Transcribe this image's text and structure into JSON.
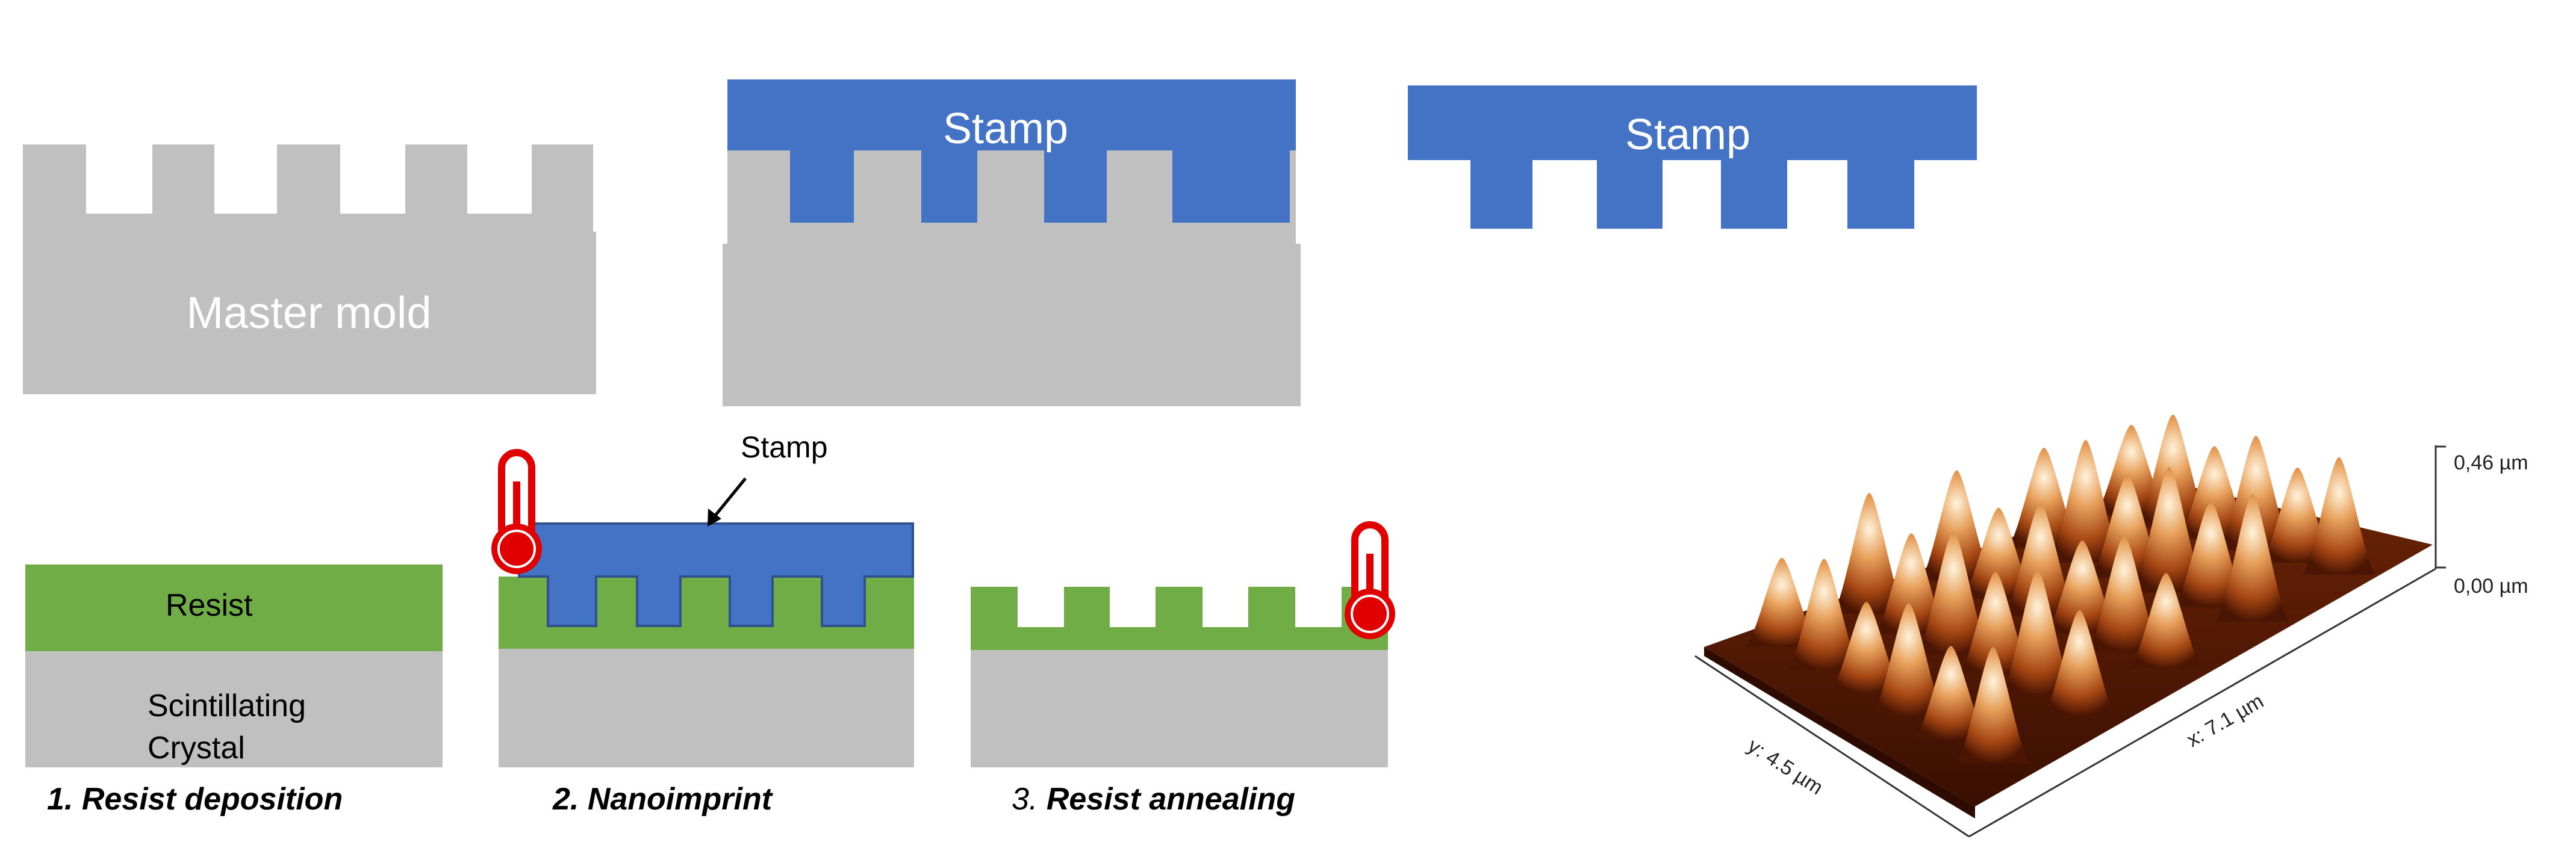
{
  "panels": {
    "master": {
      "label": "Master mold"
    },
    "replication": {
      "stamp_label": "Stamp"
    },
    "stamp_only": {
      "stamp_label": "Stamp"
    },
    "step1": {
      "resist_label": "Resist",
      "substrate_line1": "Scintillating",
      "substrate_line2": "Crystal",
      "caption": "1. Resist deposition"
    },
    "step2": {
      "pointer_label": "Stamp",
      "caption": "2. Nanoimprint"
    },
    "step3": {
      "caption_num": "3.",
      "caption_text": " Resist annealing"
    }
  },
  "afm": {
    "z_max_label": "0,46 µm",
    "z_min_label": "0,00 µm",
    "x_axis_label": "x: 7.1 µm",
    "y_axis_label": "y: 4.5 µm"
  },
  "colors": {
    "mold_gray": "#c0c0c0",
    "stamp_blue": "#4472c4",
    "resist_green": "#70ad47",
    "thermometer_red": "#e00000",
    "caption_text": "#000000"
  }
}
